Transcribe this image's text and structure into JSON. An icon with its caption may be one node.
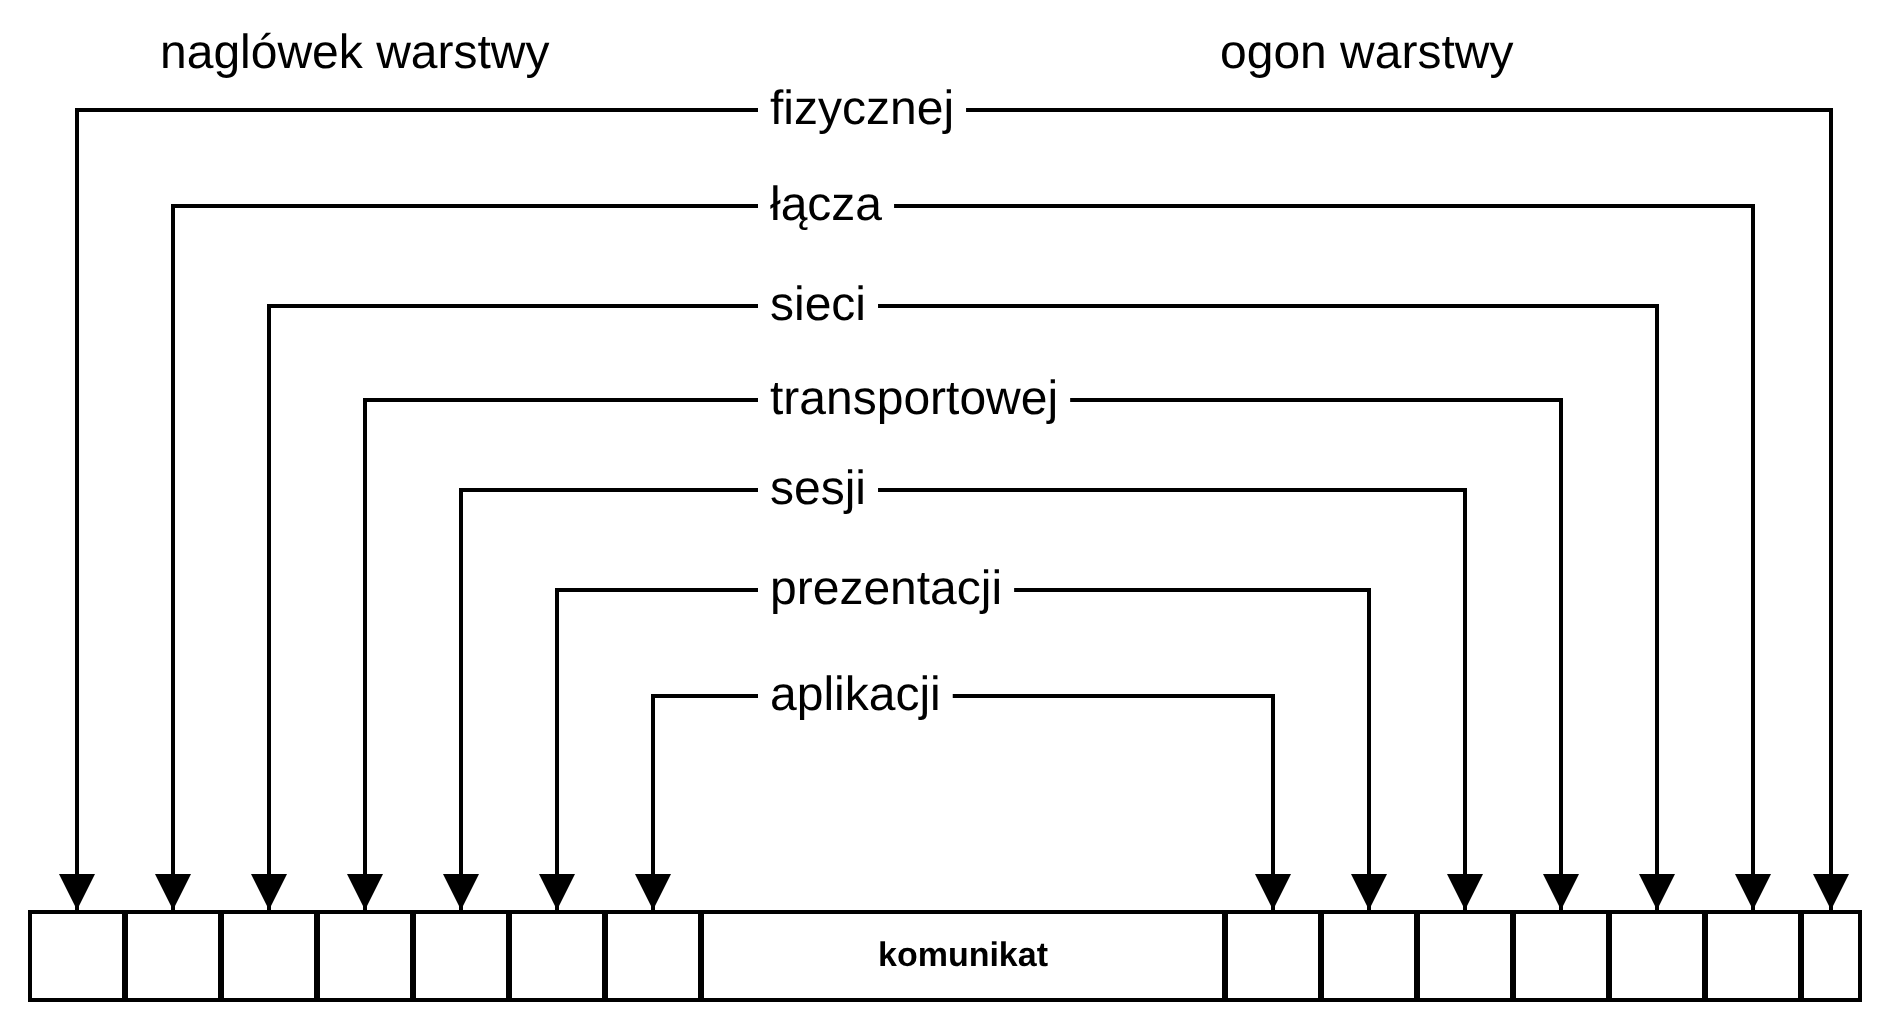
{
  "diagram": {
    "nodes": [
      {
        "text": [
          "fizycznej"
        ]
      },
      {
        "text": [
          "łącza"
        ]
      },
      {
        "text": [
          "sieci"
        ]
      },
      {
        "text": [
          "transportowej"
        ]
      },
      {
        "text": [
          "sesji"
        ]
      },
      {
        "text": [
          "prezentacji"
        ]
      },
      {
        "text": [
          "aplikacji"
        ]
      },
      {
        "text": [],
        "shape": "box"
      },
      {
        "text": [],
        "shape": "box"
      },
      {
        "text": [],
        "shape": "box"
      },
      {
        "text": [],
        "shape": "box"
      },
      {
        "text": [],
        "shape": "box"
      },
      {
        "text": [],
        "shape": "box"
      },
      {
        "text": [],
        "shape": "box"
      },
      {
        "text": [
          "komunikat"
        ]
      },
      {
        "text": [],
        "shape": "box"
      },
      {
        "text": [],
        "shape": "box"
      },
      {
        "text": [],
        "shape": "box"
      },
      {
        "text": [],
        "shape": "box"
      },
      {
        "text": [],
        "shape": "box"
      },
      {
        "text": [],
        "shape": "box"
      },
      {
        "text": [],
        "shape": "box"
      }
    ],
    "edges": [
      {
        "from": 0,
        "to": 7,
        "arrow": "to"
      },
      {
        "from": 0,
        "to": 21,
        "arrow": "to"
      },
      {
        "from": 1,
        "to": 8,
        "arrow": "to"
      },
      {
        "from": 1,
        "to": 20,
        "arrow": "to"
      },
      {
        "from": 2,
        "to": 9,
        "arrow": "to"
      },
      {
        "from": 2,
        "to": 19,
        "arrow": "to"
      },
      {
        "from": 3,
        "to": 10,
        "arrow": "to"
      },
      {
        "from": 3,
        "to": 18,
        "arrow": "to"
      },
      {
        "from": 4,
        "to": 11,
        "arrow": "to"
      },
      {
        "from": 4,
        "to": 17,
        "arrow": "to"
      },
      {
        "from": 5,
        "to": 12,
        "arrow": "to"
      },
      {
        "from": 5,
        "to": 16,
        "arrow": "to"
      },
      {
        "from": 6,
        "to": 13,
        "arrow": "to"
      },
      {
        "from": 6,
        "to": 15,
        "arrow": "to"
      }
    ],
    "labels": [
      "naglówek warstwy",
      "ogon warstwy"
    ]
  }
}
